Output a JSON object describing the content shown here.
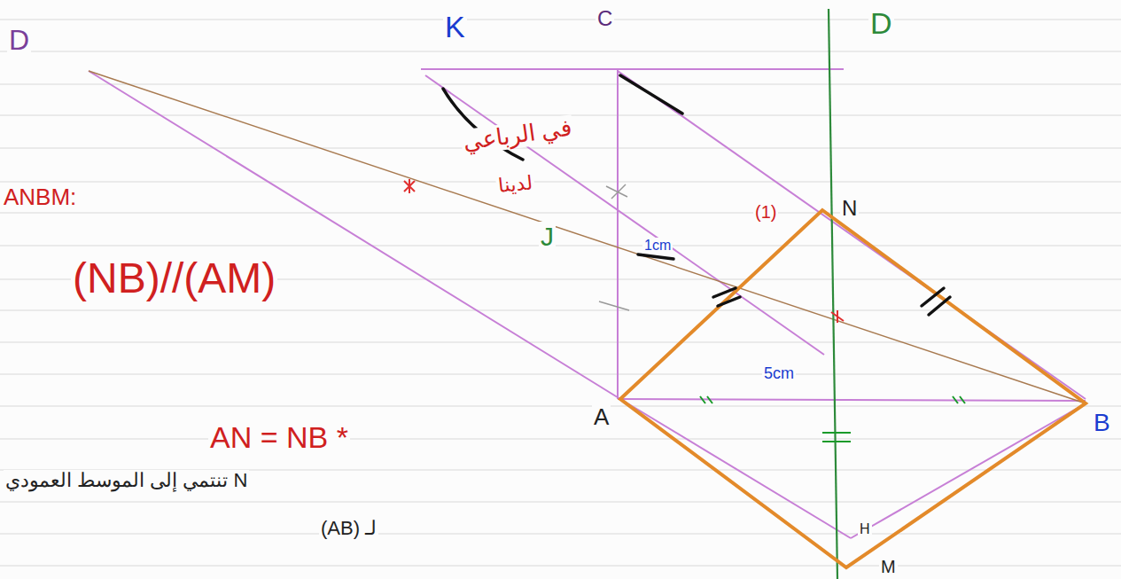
{
  "diagram": {
    "labels": [
      "D",
      "K",
      "C",
      "D",
      "في الرباعي",
      "ANBM:",
      "لدينا",
      "J",
      "1cm",
      "(1)",
      "N",
      "(NB)//(AM)",
      "5cm",
      "A",
      "B",
      "AN = NB *",
      "H",
      "N تنتمي إلى الموسط العمودي",
      "لـ (AB)",
      "M"
    ]
  }
}
